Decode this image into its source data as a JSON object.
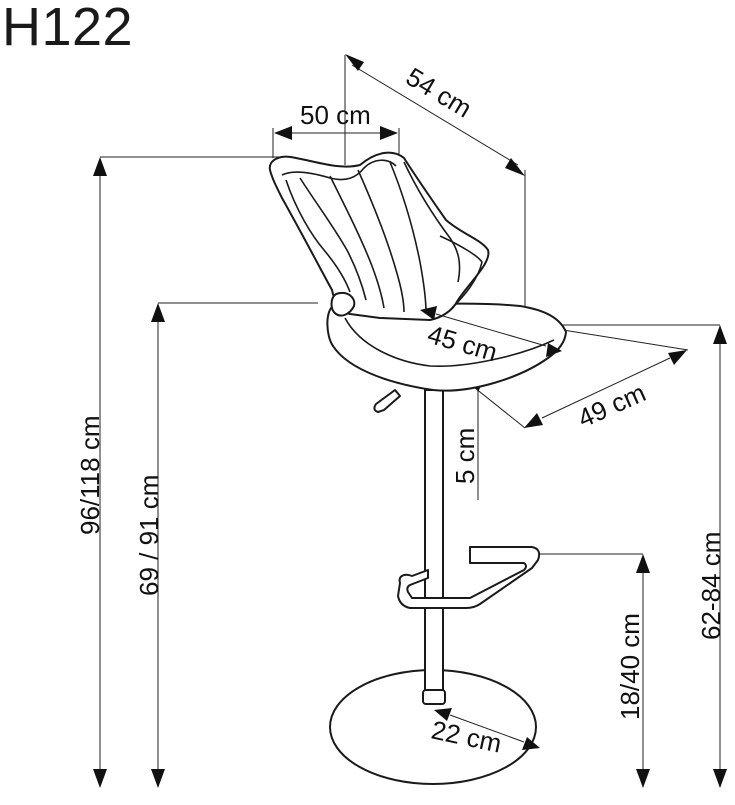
{
  "model": "H122",
  "dimensions": {
    "depth_top": "54 cm",
    "width_top": "50 cm",
    "seat_depth": "45 cm",
    "seat_width": "49 cm",
    "seat_thickness": "5 cm",
    "total_height": "96/118 cm",
    "seat_height": "69 / 91 cm",
    "front_seat_height": "62-84 cm",
    "footrest_height": "18/40 cm",
    "base": "22 cm"
  }
}
